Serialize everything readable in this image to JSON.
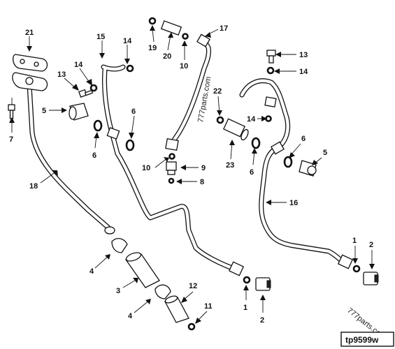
{
  "callouts": {
    "c1a": "1",
    "c1b": "1",
    "c2a": "2",
    "c2b": "2",
    "c3": "3",
    "c4a": "4",
    "c4b": "4",
    "c5a": "5",
    "c5b": "5",
    "c6a": "6",
    "c6b": "6",
    "c6c": "6",
    "c6d": "6",
    "c7": "7",
    "c8": "8",
    "c9": "9",
    "c10a": "10",
    "c10b": "10",
    "c11": "11",
    "c12": "12",
    "c13a": "13",
    "c13b": "13",
    "c14a": "14",
    "c14b": "14",
    "c14c": "14",
    "c14d": "14",
    "c15": "15",
    "c16": "16",
    "c17": "17",
    "c18": "18",
    "c19": "19",
    "c20": "20",
    "c21": "21",
    "c22": "22",
    "c23": "23"
  },
  "watermarks": {
    "center": "777parts.com",
    "corner": "777parts.com"
  },
  "drawing_id": "tp9599w"
}
